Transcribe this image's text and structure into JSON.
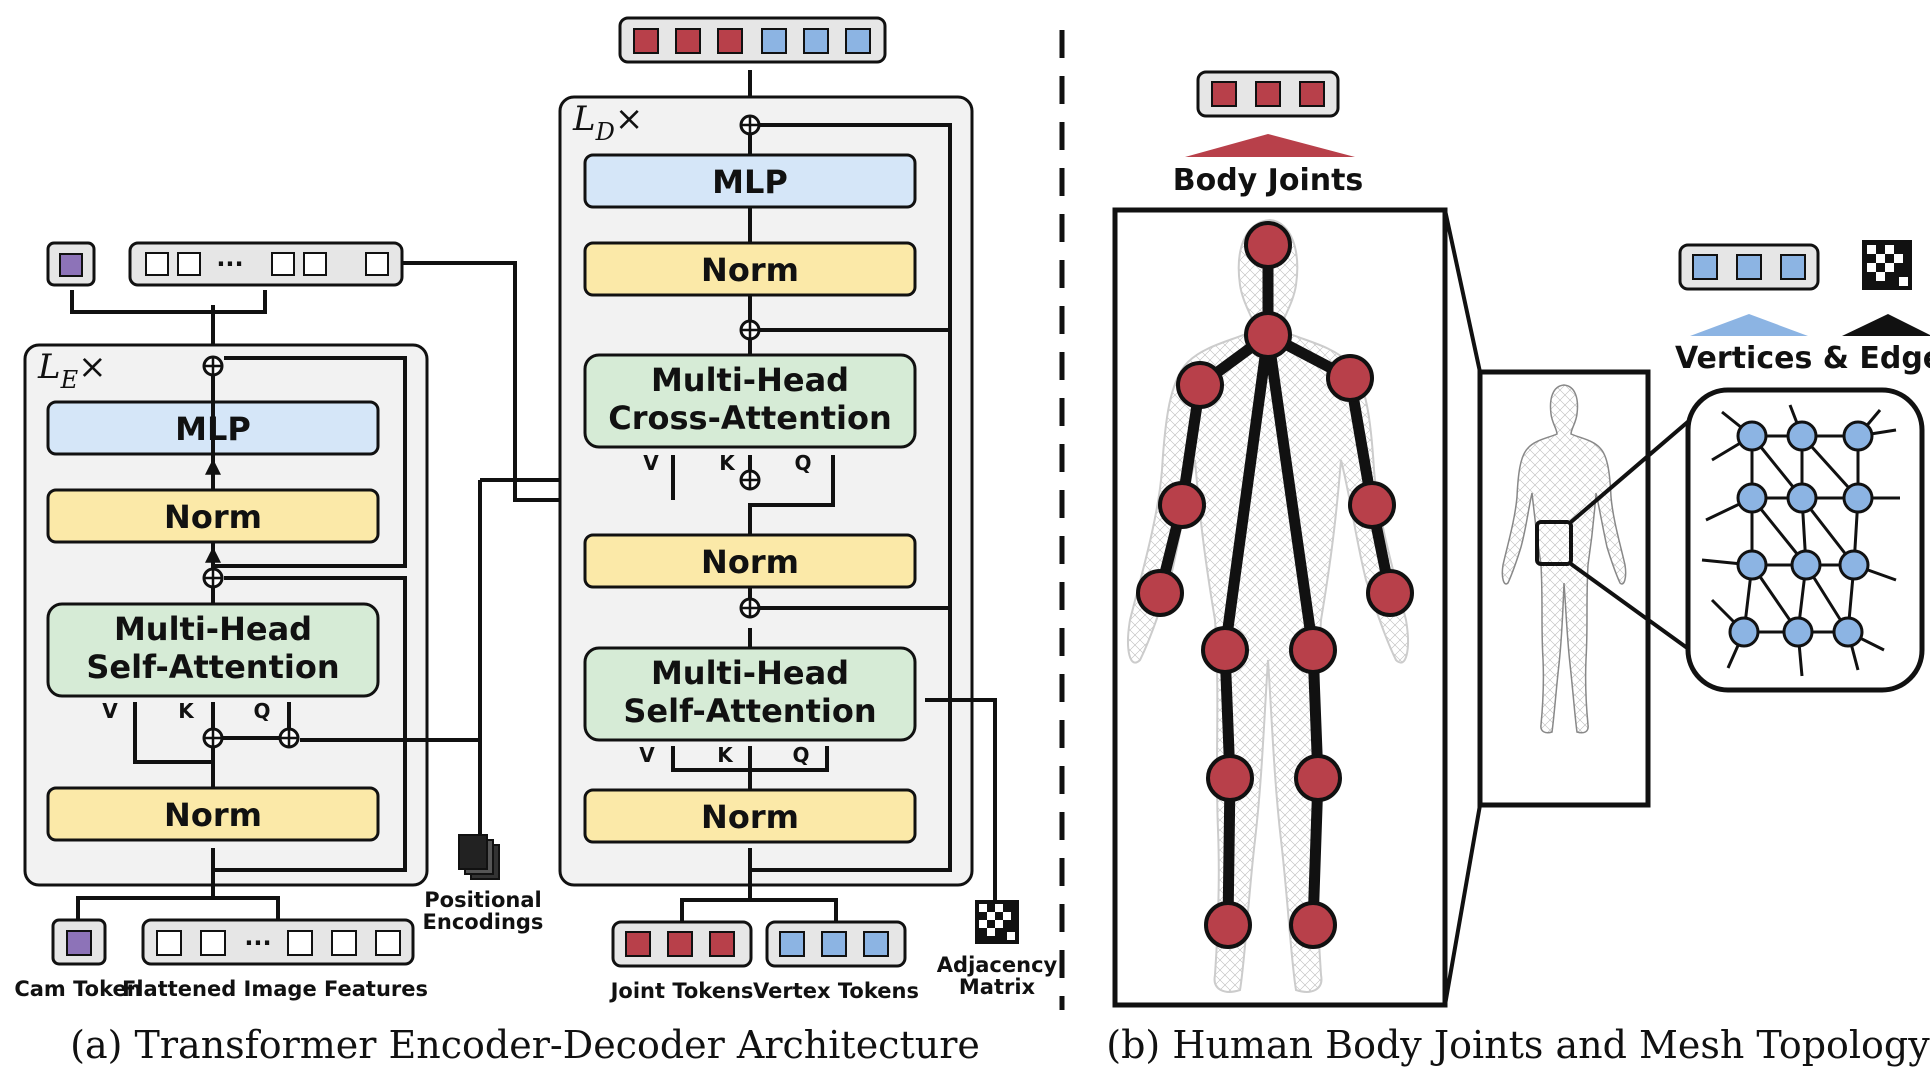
{
  "encoder": {
    "repeat_label": "L",
    "repeat_sub": "E",
    "repeat_times": "×",
    "mlp": "MLP",
    "norm_top": "Norm",
    "attention_line1": "Multi-Head",
    "attention_line2": "Self-Attention",
    "norm_bottom": "Norm",
    "v": "V",
    "k": "K",
    "q": "Q"
  },
  "decoder": {
    "repeat_label": "L",
    "repeat_sub": "D",
    "repeat_times": "×",
    "mlp": "MLP",
    "norm_top": "Norm",
    "cross_line1": "Multi-Head",
    "cross_line2": "Cross-Attention",
    "norm_mid": "Norm",
    "self_line1": "Multi-Head",
    "self_line2": "Self-Attention",
    "norm_bottom": "Norm",
    "v": "V",
    "k": "K",
    "q": "Q"
  },
  "inputs": {
    "cam_token": "Cam Token",
    "flattened": "Flattened Image Features",
    "positional_line1": "Positional",
    "positional_line2": "Encodings",
    "joint_tokens": "Joint Tokens",
    "vertex_tokens": "Vertex Tokens",
    "adjacency_line1": "Adjacency",
    "adjacency_line2": "Matrix",
    "ellipsis": "···"
  },
  "right": {
    "body_joints": "Body Joints",
    "vertices_edges": "Vertices & Edges"
  },
  "captions": {
    "a": "(a) Transformer Encoder-Decoder Architecture",
    "b": "(b) Human Body Joints and Mesh Topology"
  },
  "colors": {
    "mlp": "#d5e6f8",
    "norm": "#fbe9a8",
    "attention": "#d6ebd6",
    "panel": "#f2f2f2",
    "joint": "#b8404a",
    "vertex": "#8cb4e3",
    "cam": "#8d73b8"
  }
}
